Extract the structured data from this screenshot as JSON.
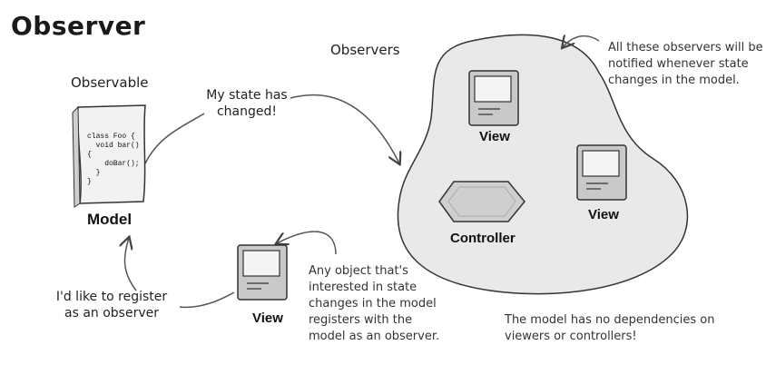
{
  "title": "Observer",
  "observable_label": "Observable",
  "observers_label": "Observers",
  "model": {
    "label": "Model",
    "code_lines": [
      "class Foo {",
      "  void bar()",
      "{",
      "    doBar();",
      "  }",
      "}"
    ]
  },
  "state_changed_callout": [
    "My state has",
    "changed!"
  ],
  "cloud_note": [
    "All these observers will be",
    "notified whenever state",
    "changes in the model."
  ],
  "observers": {
    "view1_label": "View",
    "view2_label": "View",
    "controller_label": "Controller"
  },
  "register_callout": [
    "I'd like to register",
    "as an observer"
  ],
  "new_view_label": "View",
  "new_view_note": [
    "Any object that's",
    "interested in state",
    "changes in the model",
    "registers with the",
    "model as an observer."
  ],
  "dependencies_note": [
    "The model has no dependencies on",
    "viewers or controllers!"
  ],
  "colors": {
    "cloud_fill": "#e9e9e9",
    "computer_fill": "#c9c9c9",
    "controller_fill": "#cfcfcf",
    "stroke": "#333333"
  }
}
